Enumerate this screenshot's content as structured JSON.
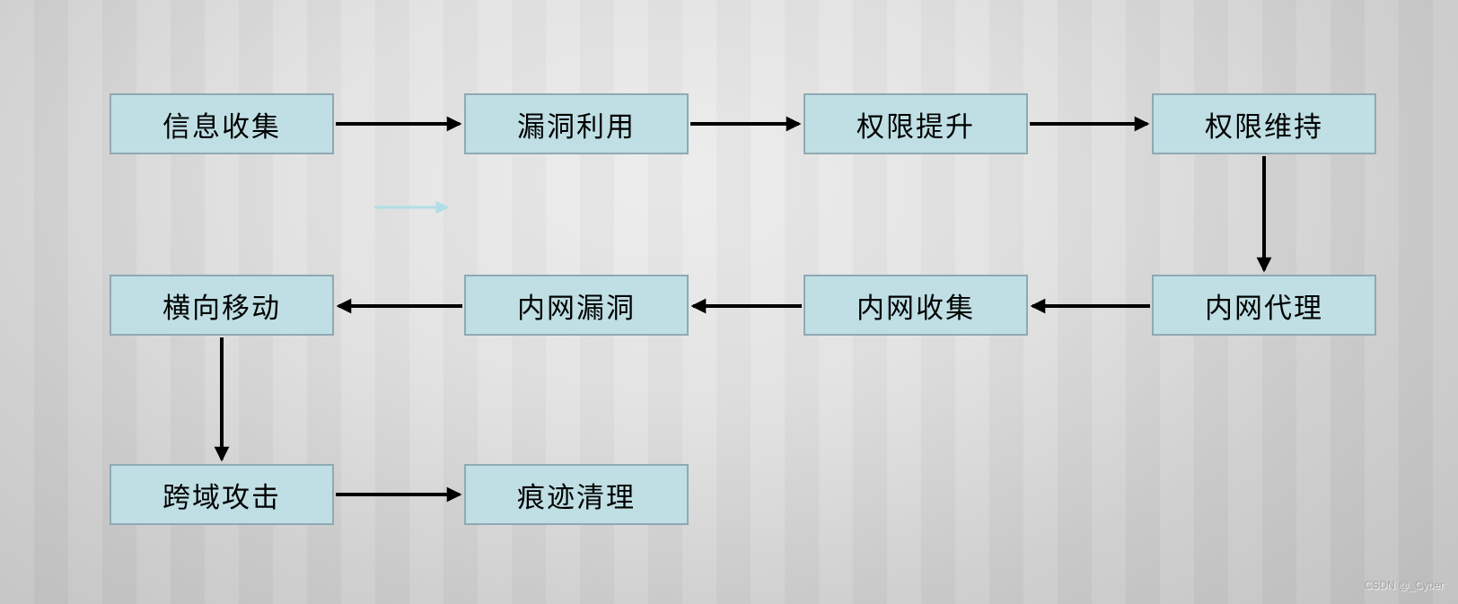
{
  "diagram": {
    "nodes": [
      {
        "id": "info-gathering",
        "label": "信息收集"
      },
      {
        "id": "vuln-exploitation",
        "label": "漏洞利用"
      },
      {
        "id": "privilege-escalation",
        "label": "权限提升"
      },
      {
        "id": "privilege-persistence",
        "label": "权限维持"
      },
      {
        "id": "intranet-proxy",
        "label": "内网代理"
      },
      {
        "id": "intranet-collection",
        "label": "内网收集"
      },
      {
        "id": "intranet-vulns",
        "label": "内网漏洞"
      },
      {
        "id": "lateral-movement",
        "label": "横向移动"
      },
      {
        "id": "cross-domain-attack",
        "label": "跨域攻击"
      },
      {
        "id": "trace-cleanup",
        "label": "痕迹清理"
      }
    ],
    "edges": [
      {
        "from": "信息收集",
        "to": "漏洞利用",
        "direction": "right"
      },
      {
        "from": "漏洞利用",
        "to": "权限提升",
        "direction": "right"
      },
      {
        "from": "权限提升",
        "to": "权限维持",
        "direction": "right"
      },
      {
        "from": "权限维持",
        "to": "内网代理",
        "direction": "down"
      },
      {
        "from": "内网代理",
        "to": "内网收集",
        "direction": "left"
      },
      {
        "from": "内网收集",
        "to": "内网漏洞",
        "direction": "left"
      },
      {
        "from": "内网漏洞",
        "to": "横向移动",
        "direction": "left"
      },
      {
        "from": "横向移动",
        "to": "跨域攻击",
        "direction": "down"
      },
      {
        "from": "跨域攻击",
        "to": "痕迹清理",
        "direction": "right"
      }
    ],
    "stray_arrow": {
      "description": "faint cyan right arrow",
      "color": "#a9dde8"
    },
    "colors": {
      "node_fill": "#bfdfe4",
      "node_border": "#8fa9b2",
      "arrow": "#000000",
      "background_center": "#ececec",
      "background_edge": "#bfbfbf"
    }
  },
  "watermark": {
    "text": "CSDN @_Cyber"
  }
}
